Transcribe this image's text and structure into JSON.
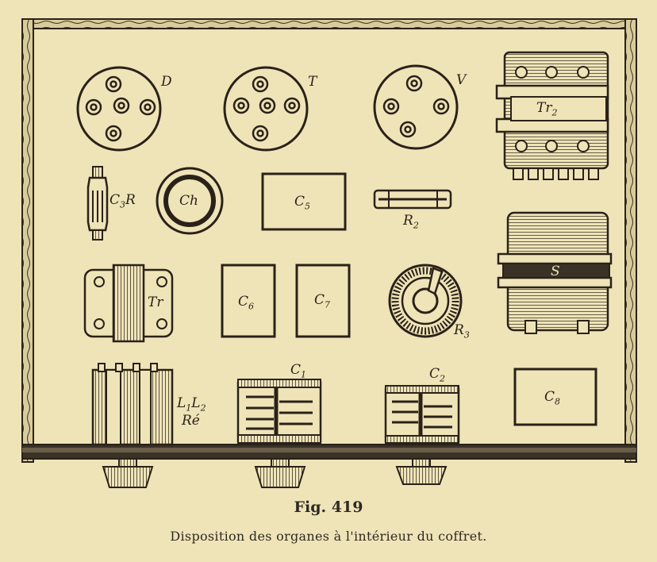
{
  "labels": {
    "D": "D",
    "T": "T",
    "V": "V",
    "Tr2_main": "Tr",
    "Tr2_sub": "2",
    "C3R_main": "C",
    "C3R_sub": "3",
    "C3R_tail": "R",
    "Ch": "Ch",
    "C5_main": "C",
    "C5_sub": "5",
    "R2_main": "R",
    "R2_sub": "2",
    "S": "S",
    "Tr": "Tr",
    "C6_main": "C",
    "C6_sub": "6",
    "C7_main": "C",
    "C7_sub": "7",
    "R3_main": "R",
    "R3_sub": "3",
    "C1_main": "C",
    "C1_sub": "1",
    "C2_main": "C",
    "C2_sub": "2",
    "C8_main": "C",
    "C8_sub": "8",
    "L_main1": "L",
    "L_sub1": "1",
    "L_main2": "L",
    "L_sub2": "2",
    "Re": "Ré"
  },
  "caption": {
    "title": "Fig. 419",
    "text": "Disposition des organes à l'intérieur du coffret."
  },
  "colors": {
    "paper": "#efe4b8",
    "ink": "#2a2218",
    "hatch": "#3a3226"
  }
}
